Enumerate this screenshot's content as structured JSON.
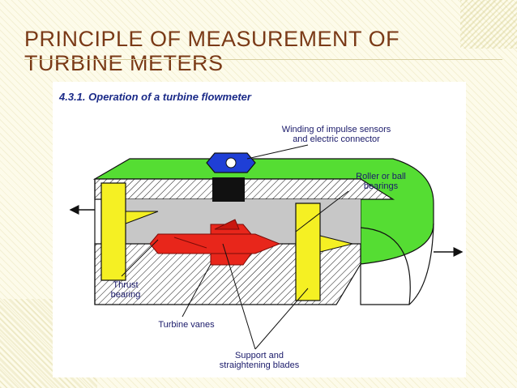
{
  "slide": {
    "title": "PRINCIPLE OF MEASUREMENT OF TURBINE METERS"
  },
  "figure": {
    "heading": "4.3.1. Operation of a turbine flowmeter",
    "labels": {
      "winding_line1": "Winding of impulse sensors",
      "winding_line2": "and electric connector",
      "bearings_line1": "Roller or ball",
      "bearings_line2": "bearings",
      "thrust_line1": "Thrust",
      "thrust_line2": "bearing",
      "vanes": "Turbine vanes",
      "support_line1": "Support and",
      "support_line2": "straightening blades"
    }
  },
  "colors": {
    "title": "#7a3a17",
    "heading": "#1a2a88",
    "shell": "#55dd33",
    "support": "#f5f023",
    "rotor": "#e8261b",
    "sensor": "#1f3fd6"
  }
}
